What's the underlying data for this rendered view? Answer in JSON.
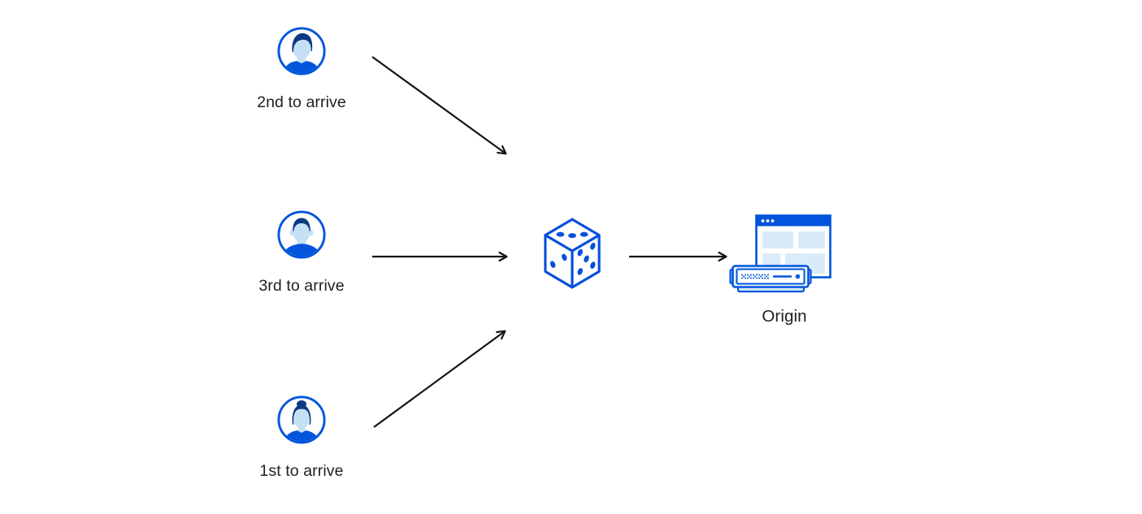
{
  "colors": {
    "accent_blue": "#0055DC",
    "dark_navy": "#0B3A82",
    "skin_light_blue": "#C5E0F5",
    "pale_panel_blue": "#D9EBF8",
    "arrow_color": "#141414",
    "text_color": "#1D1F20",
    "background": "#FFFFFF"
  },
  "diagram": {
    "users": [
      {
        "label": "2nd to arrive",
        "icon": "male-avatar-swept-hair-icon"
      },
      {
        "label": "3rd to arrive",
        "icon": "male-avatar-short-hair-icon"
      },
      {
        "label": "1st to arrive",
        "icon": "female-avatar-bun-icon"
      }
    ],
    "selector": {
      "icon": "dice-icon",
      "pips": {
        "top_face": 3,
        "left_face": 2,
        "right_face": 5
      }
    },
    "origin": {
      "label": "Origin",
      "icon": "browser-window-and-server-icon"
    },
    "arrows": [
      {
        "from": "user-2nd-to-arrive",
        "to": "dice"
      },
      {
        "from": "user-3rd-to-arrive",
        "to": "dice"
      },
      {
        "from": "user-1st-to-arrive",
        "to": "dice"
      },
      {
        "from": "dice",
        "to": "origin"
      }
    ]
  }
}
